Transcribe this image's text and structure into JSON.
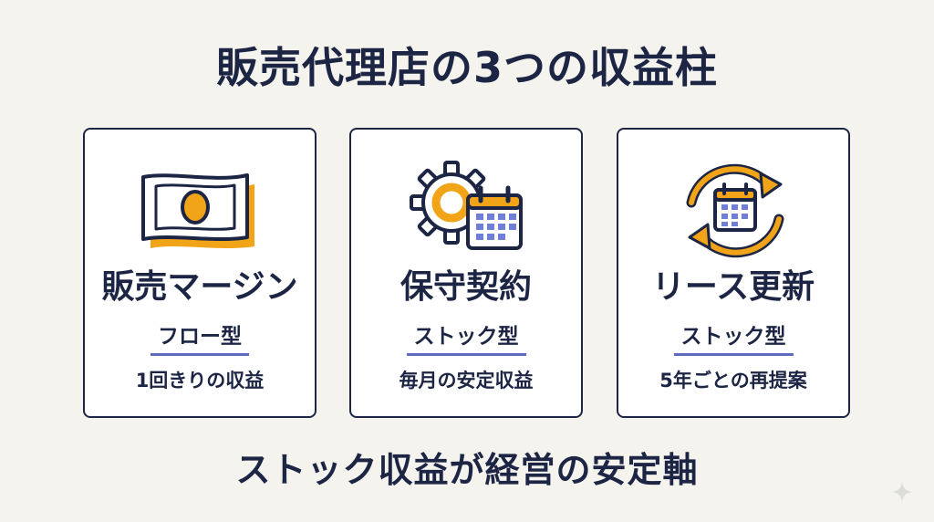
{
  "title": "販売代理店の3つの収益柱",
  "cards": [
    {
      "icon": "banknote-icon",
      "name": "販売マージン",
      "type": "フロー型",
      "desc": "1回きりの収益"
    },
    {
      "icon": "gear-calendar-icon",
      "name": "保守契約",
      "type": "ストック型",
      "desc": "毎月の安定収益"
    },
    {
      "icon": "renewal-calendar-icon",
      "name": "リース更新",
      "type": "ストック型",
      "desc": "5年ごとの再提案"
    }
  ],
  "footer": "ストック収益が経営の安定軸",
  "colors": {
    "navy": "#1c2544",
    "accent": "#f2a419",
    "underline": "#5d6bc0",
    "calendar_fill": "#6f7fd6"
  }
}
